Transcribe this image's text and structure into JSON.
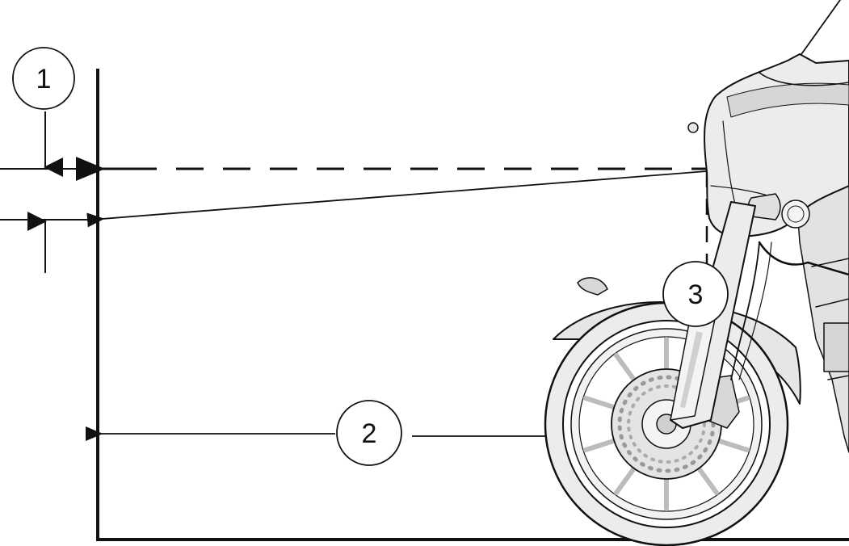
{
  "callouts": [
    {
      "label": "1"
    },
    {
      "label": "2"
    },
    {
      "label": "3"
    }
  ],
  "colors": {
    "ink": "#111111",
    "fill": "#ececec",
    "shade": "#cfcfcf",
    "background": "#ffffff"
  }
}
